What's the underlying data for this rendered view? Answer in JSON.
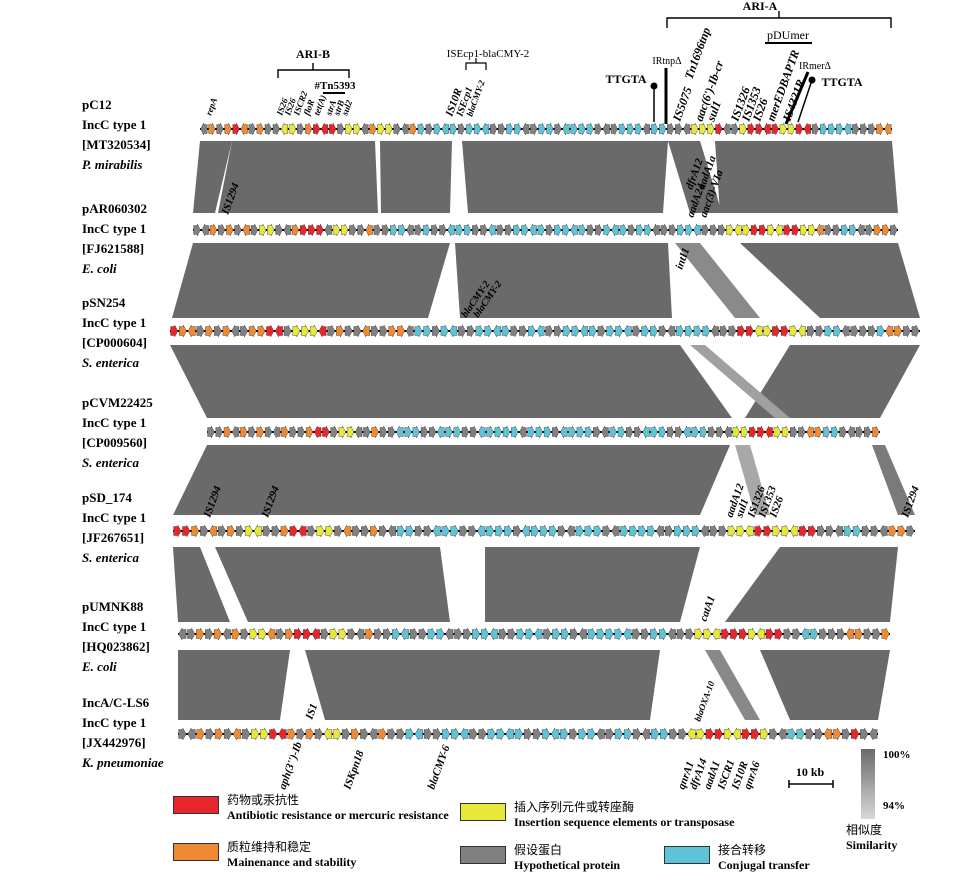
{
  "plasmids": [
    {
      "name": "pC12",
      "group": "IncC type 1",
      "accession": "[MT320534]",
      "species": "P. mirabilis"
    },
    {
      "name": "pAR060302",
      "group": "IncC type 1",
      "accession": "[FJ621588]",
      "species": "E. coli"
    },
    {
      "name": "pSN254",
      "group": "IncC type 1",
      "accession": "[CP000604]",
      "species": "S. enterica"
    },
    {
      "name": "pCVM22425",
      "group": "IncC type 1",
      "accession": "[CP009560]",
      "species": "S. enterica"
    },
    {
      "name": "pSD_174",
      "group": "IncC type 1",
      "accession": "[JF267651]",
      "species": "S. enterica"
    },
    {
      "name": "pUMNK88",
      "group": "IncC type 1",
      "accession": "[HQ023862]",
      "species": "E. coli"
    },
    {
      "name": "IncA/C-LS6",
      "group": "IncC type 1",
      "accession": "[JX442976]",
      "species": "K. pneumoniae"
    }
  ],
  "regions": {
    "ari_a": "ARI-A",
    "ari_b": "ARI-B",
    "tn5393": "#Tn5393",
    "isecp1": "ISEcp1-blaCMY-2",
    "pdumer": "pDUmer",
    "irtnp": "IRtnpΔ",
    "irmer": "IRmerΔ",
    "ttgta_left": "TTGTA",
    "ttgta_right": "TTGTA"
  },
  "gene_labels": {
    "top": [
      "repA",
      "IS26",
      "IS26",
      "ISCR2",
      "floR",
      "tet(A)",
      "strA",
      "strB",
      "sul2",
      "IS10R",
      "ISEcp1",
      "blaCMY-2",
      "IS5075",
      "Tn1696tnp",
      "aac(6')-Ib-cr",
      "sul1",
      "IS1326",
      "IS1353",
      "IS26",
      "merEDBAPTR",
      "IS4321R"
    ],
    "r1": [
      "IS1294",
      "dfrA12",
      "aadA1a",
      "aadA24",
      "aac(3)-VIa",
      "intI1"
    ],
    "r2": [
      "blaCMY-2",
      "blaCMY-2"
    ],
    "r4": [
      "IS1294",
      "IS1294",
      "aadA12",
      "sul1",
      "IS1326",
      "IS1353",
      "IS26",
      "IS1294"
    ],
    "r5": [
      "catA1",
      "blaOXA-10"
    ],
    "r6": [
      "IS1",
      "aph(3'')-Ib",
      "ISKpn18",
      "blaCMY-6",
      "qnrA1",
      "dfrA14",
      "aadA1",
      "ISCR1",
      "IS10R",
      "qnrA6"
    ]
  },
  "scale_bar": "10 kb",
  "similarity": {
    "title_zh": "相似度",
    "title_en": "Similarity",
    "max": "100%",
    "min": "94%"
  },
  "legend": [
    {
      "zh": "药物或汞抗性",
      "en": "Antibiotic resistance or mercuric resistance",
      "color": "#e8252a"
    },
    {
      "zh": "插入序列元件或转座酶",
      "en": "Insertion sequence elements or transposase",
      "color": "#e8e83a"
    },
    {
      "zh": "质粒维持和稳定",
      "en": "Mainenance and stability",
      "color": "#ef8a33"
    },
    {
      "zh": "假设蛋白",
      "en": "Hypothetical protein",
      "color": "#808080"
    },
    {
      "zh": "接合转移",
      "en": "Conjugal transfer",
      "color": "#5ec3d6"
    }
  ],
  "colors": {
    "res": "#e8252a",
    "ins": "#e8e83a",
    "mai": "#ef8a33",
    "hyp": "#808080",
    "con": "#5ec3d6",
    "link": "#6a6a6a"
  }
}
